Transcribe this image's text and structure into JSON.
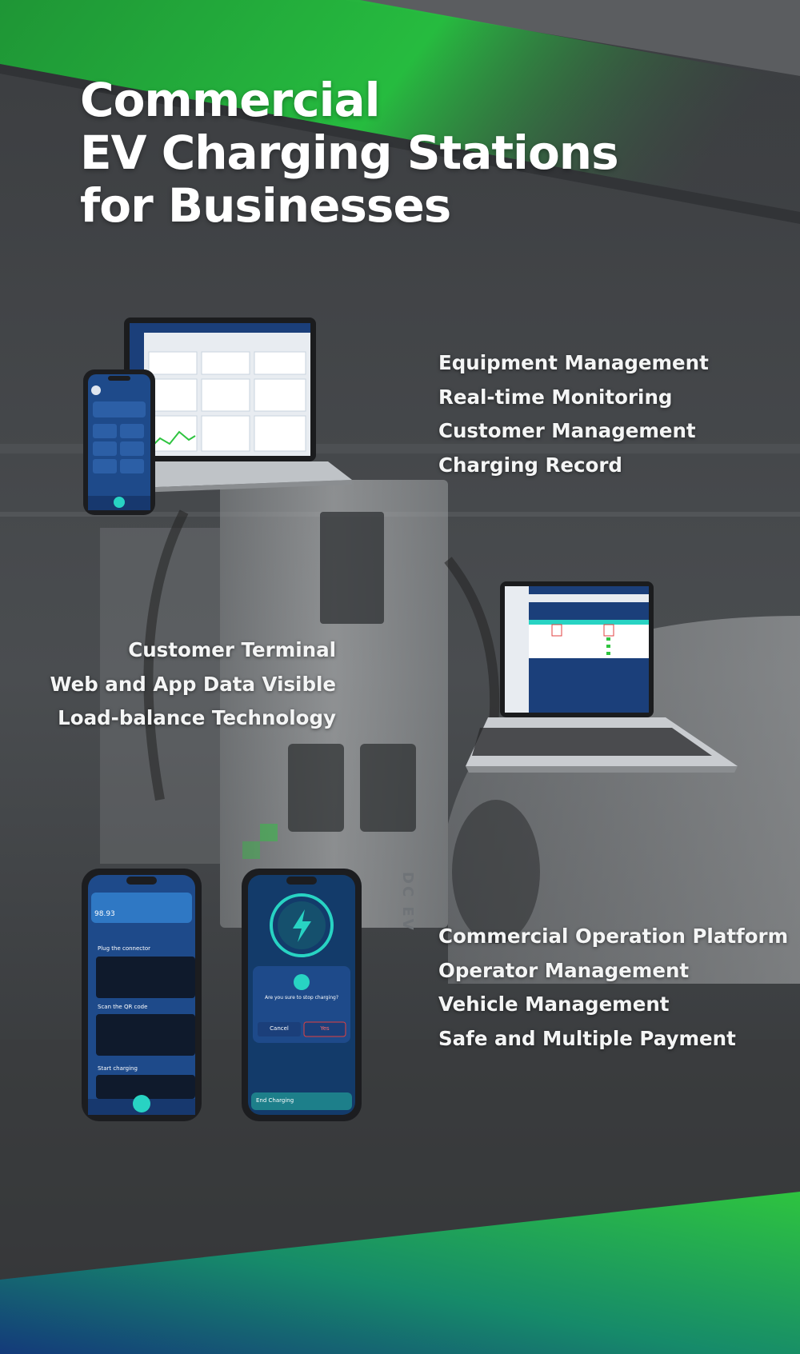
{
  "title": {
    "line1": "Commercial",
    "line2": "EV Charging Stations",
    "line3": "for Businesses"
  },
  "features_group_1": [
    "Equipment Management",
    "Real-time Monitoring",
    "Customer Management",
    "Charging Record"
  ],
  "features_group_2": [
    "Customer Terminal",
    "Web and App Data Visible",
    "Load-balance Technology"
  ],
  "features_group_3": [
    "Commercial Operation Platform",
    "Operator Management",
    "Vehicle Management",
    "Safe and Multiple Payment"
  ],
  "charger_label": "DC EV",
  "app_screens": {
    "balance_value": "98.93",
    "step_1": "Plug the connector",
    "step_2": "Scan the QR code",
    "step_3": "Start charging",
    "dialog_question": "Are you sure to stop charging?",
    "dialog_cancel": "Cancel",
    "dialog_yes": "Yes",
    "end_charging": "End Charging"
  },
  "colors": {
    "brand_green": "#1fb33a",
    "dark_bg": "#3b3d40",
    "screen_blue": "#1b3f7a",
    "accent_teal": "#28d3c3"
  }
}
